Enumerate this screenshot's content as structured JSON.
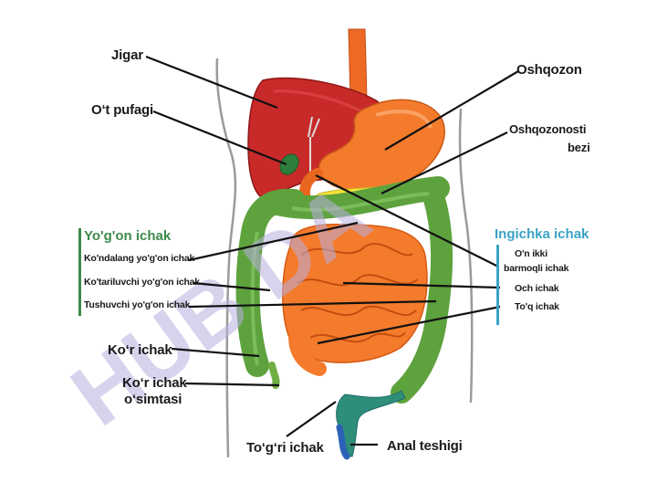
{
  "colors": {
    "large_intestine_accent": "#3d8a4a",
    "small_intestine_accent": "#3aa3c6",
    "liver": "#c42a2a",
    "stomach": "#f07a2a",
    "small_intestine": "#f2691f",
    "large_intestine": "#6cae45",
    "watermark": "#b9b0e0"
  },
  "watermark": {
    "text": "HUB DA"
  },
  "labels": {
    "liver": "Jigar",
    "gallbladder": "O‘t pufagi",
    "stomach": "Oshqozon",
    "pancreas_line1": "Oshqozonosti",
    "pancreas_line2": "bezi",
    "cecum": "Ko‘r ichak",
    "appendix_line1": "Ko‘r ichak",
    "appendix_line2": "o‘simtasi",
    "rectum": "To‘g‘ri ichak",
    "anus": "Anal teshigi"
  },
  "large_intestine": {
    "title": "Yo'g'on ichak",
    "parts": [
      "Ko'ndalang yo'g'on ichak",
      "Ko'tariluvchi yo'g'on ichak",
      "Tushuvchi yo'g'on ichak"
    ]
  },
  "small_intestine": {
    "title": "Ingichka ichak",
    "parts": [
      "O'n ikki barmoqli ichak",
      "Och ichak",
      "To'q ichak"
    ]
  }
}
